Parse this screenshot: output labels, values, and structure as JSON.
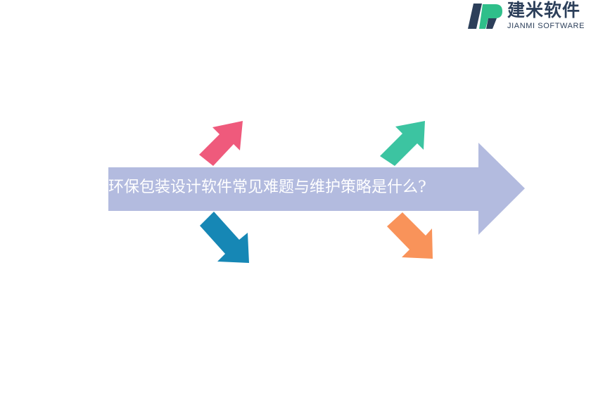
{
  "logo": {
    "name_cn": "建米软件",
    "name_en": "JIANMI SOFTWARE",
    "colors": {
      "mark_dark": "#2c3f5a",
      "mark_green": "#2fbf8a",
      "text": "#2c3f5a"
    }
  },
  "diagram": {
    "title": "环保包装设计软件常见难题与维护策略是什么?",
    "main_arrow_color": "#b3bbdf",
    "arrows": [
      {
        "id": "arrow-up-left",
        "direction": "up-right",
        "color": "#ef5a7c"
      },
      {
        "id": "arrow-down-left",
        "direction": "down-right",
        "color": "#1687b5"
      },
      {
        "id": "arrow-up-right",
        "direction": "up-right",
        "color": "#3cc4a1"
      },
      {
        "id": "arrow-down-right",
        "direction": "down-right",
        "color": "#f9935a"
      }
    ]
  }
}
